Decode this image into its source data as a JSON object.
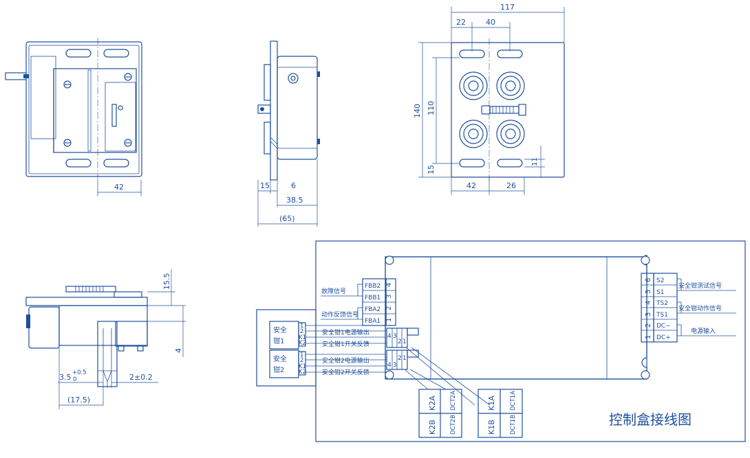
{
  "view1": {
    "dim_42": "42"
  },
  "view2": {
    "dim_15": "15",
    "dim_6": "6",
    "dim_38_5": "38.5",
    "dim_65": "(65)"
  },
  "view3": {
    "dim_117": "117",
    "dim_22": "22",
    "dim_40": "40",
    "dim_140": "140",
    "dim_110": "110",
    "dim_15": "15",
    "dim_11": "11",
    "dim_42": "42",
    "dim_26": "26"
  },
  "view4": {
    "dim_15_5": "15.5",
    "dim_4": "4",
    "dim_3_5": "3.5",
    "dim_3_5_tol_up": "+0.5",
    "dim_3_5_tol_low": "0",
    "dim_2_tol": "2±0.2",
    "dim_17_5": "(17.5)"
  },
  "wiring": {
    "title": "控制盒接线图",
    "left_terminals": [
      {
        "num": "4",
        "label": "FBB2"
      },
      {
        "num": "3",
        "label": "FBB1"
      },
      {
        "num": "2",
        "label": "FBA2"
      },
      {
        "num": "1",
        "label": "FBA1"
      }
    ],
    "left_signals": [
      "故障信号",
      "动作反馈信号"
    ],
    "right_terminals": [
      {
        "num": "6",
        "label": "S2"
      },
      {
        "num": "5",
        "label": "S1"
      },
      {
        "num": "4",
        "label": "TS2"
      },
      {
        "num": "3",
        "label": "TS1"
      },
      {
        "num": "2",
        "label": "DC−"
      },
      {
        "num": "1",
        "label": "DC+"
      }
    ],
    "right_signals": [
      "安全钳测试信号",
      "安全钳动作信号",
      "电源输入"
    ],
    "clamp1": {
      "name_line1": "安全",
      "name_line2": "钳1",
      "pins": [
        "1",
        "2",
        "K1",
        "K2"
      ]
    },
    "clamp2": {
      "name_line1": "安全",
      "name_line2": "钳2",
      "pins": [
        "1",
        "2",
        "K1",
        "K2"
      ]
    },
    "wire_labels": [
      "安全钳1电源输出",
      "安全钳1开关反馈",
      "安全钳2电源输出",
      "安全钳2开关反馈"
    ],
    "connector_upper": [
      "4",
      "3",
      "2",
      "1"
    ],
    "connector_lower": [
      "4",
      "3",
      "2",
      "1"
    ],
    "box_k2": [
      "K2A",
      "DCT2A",
      "K2B",
      "DCT2B"
    ],
    "box_k1": [
      "K1A",
      "DCT1A",
      "K1B",
      "DCT1B"
    ]
  }
}
